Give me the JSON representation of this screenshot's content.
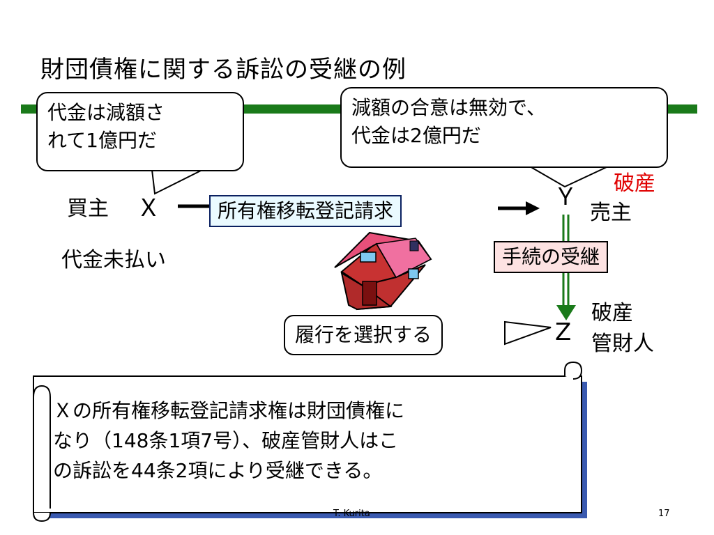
{
  "slide": {
    "title": "財団債権に関する訴訟の受継の例",
    "bubble_left": [
      "代金は減額さ",
      "れて1億円だ"
    ],
    "bubble_right": [
      "減額の合意は無効で、",
      "代金は2億円だ"
    ],
    "buyer_label": "買主",
    "x_letter": "Ｘ",
    "unpaid_label": "代金未払い",
    "claim_box": "所有権移転登記請求",
    "y_letter": "Ｙ",
    "bankrupt_label": "破産",
    "seller_label": "売主",
    "succession_box": "手続の受継",
    "z_letter": "Z",
    "trustee_labels": [
      "破産",
      "管財人"
    ],
    "select_bubble": "履行を選択する",
    "scroll_lines": [
      "Ｘの所有権移転登記請求権は財団債権に",
      "なり（148条1項7号）、破産管財人はこ",
      "の訴訟を44条2項により受継できる。"
    ],
    "footer_author": "T. Kurita",
    "page_number": "17"
  },
  "colors": {
    "rule": "#1a7a1a",
    "bankrupt_text": "#e00000",
    "claim_box_bg": "#eafaff",
    "succession_box_bg": "#fde2e2",
    "house_roof": "#e8507a",
    "house_wall": "#c83232",
    "scroll_fill": "#ffffff",
    "scroll_shadow": "#3a5ab0"
  }
}
